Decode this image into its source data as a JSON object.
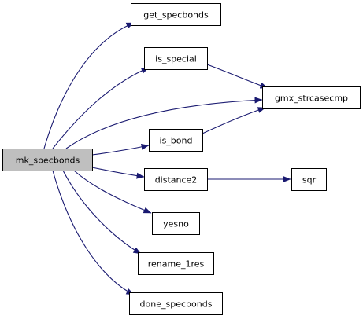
{
  "graph": {
    "type": "call-graph",
    "colors": {
      "edge": "#191970",
      "root_fill": "#bfbfbf",
      "node_fill": "#ffffff",
      "border": "#000000",
      "text": "#000000"
    },
    "nodes": [
      {
        "id": "mk_specbonds",
        "label": "mk_specbonds",
        "root": true
      },
      {
        "id": "get_specbonds",
        "label": "get_specbonds"
      },
      {
        "id": "is_special",
        "label": "is_special"
      },
      {
        "id": "gmx_strcasecmp",
        "label": "gmx_strcasecmp"
      },
      {
        "id": "is_bond",
        "label": "is_bond"
      },
      {
        "id": "distance2",
        "label": "distance2"
      },
      {
        "id": "sqr",
        "label": "sqr"
      },
      {
        "id": "yesno",
        "label": "yesno"
      },
      {
        "id": "rename_1res",
        "label": "rename_1res"
      },
      {
        "id": "done_specbonds",
        "label": "done_specbonds"
      }
    ],
    "edges": [
      {
        "from": "mk_specbonds",
        "to": "get_specbonds"
      },
      {
        "from": "mk_specbonds",
        "to": "is_special"
      },
      {
        "from": "mk_specbonds",
        "to": "gmx_strcasecmp"
      },
      {
        "from": "mk_specbonds",
        "to": "is_bond"
      },
      {
        "from": "mk_specbonds",
        "to": "distance2"
      },
      {
        "from": "mk_specbonds",
        "to": "yesno"
      },
      {
        "from": "mk_specbonds",
        "to": "rename_1res"
      },
      {
        "from": "mk_specbonds",
        "to": "done_specbonds"
      },
      {
        "from": "is_special",
        "to": "gmx_strcasecmp"
      },
      {
        "from": "is_bond",
        "to": "gmx_strcasecmp"
      },
      {
        "from": "distance2",
        "to": "sqr"
      }
    ]
  }
}
